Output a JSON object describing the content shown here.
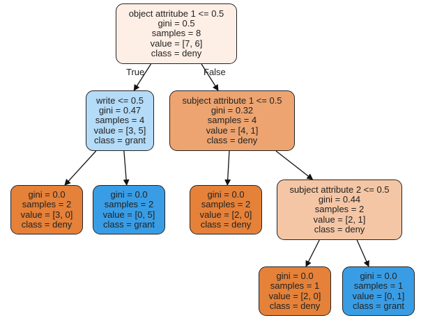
{
  "colors": {
    "deny_light": "#fdefe6",
    "deny_mid": "#f5c6a5",
    "deny_strong": "#eda470",
    "deny_full": "#e58139",
    "grant_light": "#b4dbf7",
    "grant_full": "#399de5",
    "edge": "#111111",
    "border": "#222222"
  },
  "edge_labels": {
    "true_label": "True",
    "false_label": "False"
  },
  "nodes": [
    {
      "id": "n0",
      "lines": [
        "object attritube 1 <= 0.5",
        "gini = 0.5",
        "samples = 8",
        "value = [7, 6]",
        "class = deny"
      ],
      "fill": "deny_light"
    },
    {
      "id": "n1",
      "lines": [
        "write <= 0.5",
        "gini = 0.47",
        "samples = 4",
        "value = [3, 5]",
        "class = grant"
      ],
      "fill": "grant_light"
    },
    {
      "id": "n2",
      "lines": [
        "subject attribute 1 <= 0.5",
        "gini = 0.32",
        "samples = 4",
        "value = [4, 1]",
        "class = deny"
      ],
      "fill": "deny_strong"
    },
    {
      "id": "n3",
      "lines": [
        "gini = 0.0",
        "samples = 2",
        "value = [3, 0]",
        "class = deny"
      ],
      "fill": "deny_full"
    },
    {
      "id": "n4",
      "lines": [
        "gini = 0.0",
        "samples = 2",
        "value = [0, 5]",
        "class = grant"
      ],
      "fill": "grant_full"
    },
    {
      "id": "n5",
      "lines": [
        "gini = 0.0",
        "samples = 2",
        "value = [2, 0]",
        "class = deny"
      ],
      "fill": "deny_full"
    },
    {
      "id": "n6",
      "lines": [
        "subject attribute 2 <= 0.5",
        "gini = 0.44",
        "samples = 2",
        "value = [2, 1]",
        "class = deny"
      ],
      "fill": "deny_mid"
    },
    {
      "id": "n7",
      "lines": [
        "gini = 0.0",
        "samples = 1",
        "value = [2, 0]",
        "class = deny"
      ],
      "fill": "deny_full"
    },
    {
      "id": "n8",
      "lines": [
        "gini = 0.0",
        "samples = 1",
        "value = [0, 1]",
        "class = grant"
      ],
      "fill": "grant_full"
    }
  ],
  "edges": [
    {
      "from": "n0",
      "to": "n1"
    },
    {
      "from": "n0",
      "to": "n2"
    },
    {
      "from": "n1",
      "to": "n3"
    },
    {
      "from": "n1",
      "to": "n4"
    },
    {
      "from": "n2",
      "to": "n5"
    },
    {
      "from": "n2",
      "to": "n6"
    },
    {
      "from": "n6",
      "to": "n7"
    },
    {
      "from": "n6",
      "to": "n8"
    }
  ]
}
